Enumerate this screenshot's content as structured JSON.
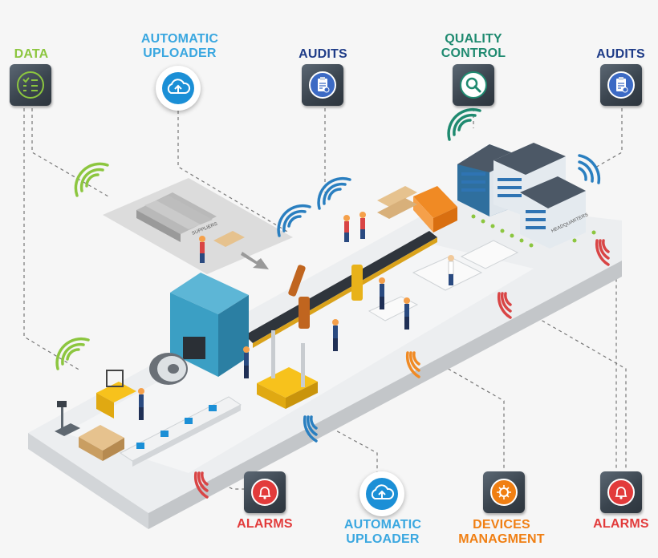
{
  "labels": {
    "data": "DATA",
    "auto_uploader_top": [
      "AUTOMATIC",
      "UPLOADER"
    ],
    "audits_left": "AUDITS",
    "quality_control": [
      "QUALITY",
      "CONTROL"
    ],
    "audits_right": "AUDITS",
    "alarms_left": "ALARMS",
    "auto_uploader_bottom": [
      "AUTOMATIC",
      "UPLOADER"
    ],
    "devices": [
      "DEVICES",
      "MANAGMENT"
    ],
    "alarms_right": "ALARMS"
  },
  "scene_text": {
    "suppliers_sign": "SUPPLIERS",
    "headquarters_sign": "HEADQUARTERS"
  },
  "colors": {
    "data": "#8cc63f",
    "uploader": "#3aa7e0",
    "audits": "#1f3c88",
    "quality": "#1f8a70",
    "alarms": "#e23b3b",
    "devices": "#f07f13",
    "wifi_green": "#8cc63f",
    "wifi_blue": "#2a7fc0",
    "wifi_red": "#d94545",
    "wifi_orange": "#f08a24",
    "floor": "#e9ecef",
    "machine": "#3b9fc4"
  },
  "icons": {
    "data": "checklist-icon",
    "uploader": "cloud-upload-icon",
    "audits": "clipboard-check-icon",
    "quality": "magnifier-icon",
    "alarms": "bell-icon",
    "devices": "gear-cycle-icon"
  }
}
